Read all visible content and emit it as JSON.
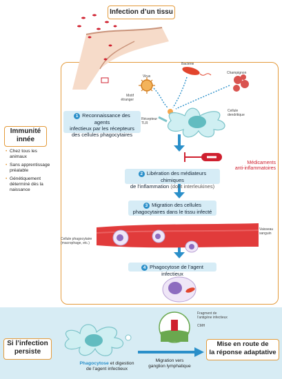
{
  "title": "Infection d’un tissu",
  "innate": {
    "title_line1": "Immunité",
    "title_line2": "innée",
    "bullets": [
      "Chez tous les animaux",
      "Sans apprentissage préalable",
      "Génétiquement déterminé dès la naissance"
    ]
  },
  "labels": {
    "virus": "Virus",
    "bacterie": "Bactérie",
    "champignon": "Champignon",
    "motif_line1": "Motif",
    "motif_line2": "étranger",
    "recepteur_line1": "Récepteur",
    "recepteur_line2": "TLR",
    "cellule_line1": "Cellule",
    "cellule_line2": "dendritique",
    "phago_line1": "Cellule phagocytaire",
    "phago_line2": "(macrophage, etc.)",
    "vaisseau_line1": "Vaisseau",
    "vaisseau_line2": "sanguin",
    "medicaments_line1": "Médicaments",
    "medicaments_line2": "anti-inflammatoires",
    "fragment_line1": "Fragment de",
    "fragment_line2": "l’antigène infectieux",
    "cmh": "CMH"
  },
  "steps": [
    {
      "num": "1",
      "line1": "Reconnaissance des agents",
      "line2": "infectieux par les récepteurs",
      "line3": "des cellules phagocytaires"
    },
    {
      "num": "2",
      "line1": "Libération des médiateurs chimiques",
      "line2": "de l’inflammation",
      "line2b": " (dont interleukines)"
    },
    {
      "num": "3",
      "line1": "Migration des cellules",
      "line2": "phagocytaires dans le tissu infecté"
    },
    {
      "num": "4",
      "line1": "Phagocytose de l’agent infectieux"
    }
  ],
  "bottom": {
    "persist_line1": "Si l’infection",
    "persist_line2": "persiste",
    "phago_word": "Phagocytose",
    "phago_rest": " et digestion",
    "phago_line2": "de l’agent infectieux",
    "migration_line1": "Migration vers",
    "migration_line2": "ganglion lymphatique",
    "adaptive_line1": "Mise en route de",
    "adaptive_line2": "la réponse adaptative"
  },
  "colors": {
    "accent": "#e39a3a",
    "blue": "#2a8fc9",
    "red": "#cf1f2e",
    "panel": "#d6ecf6"
  }
}
